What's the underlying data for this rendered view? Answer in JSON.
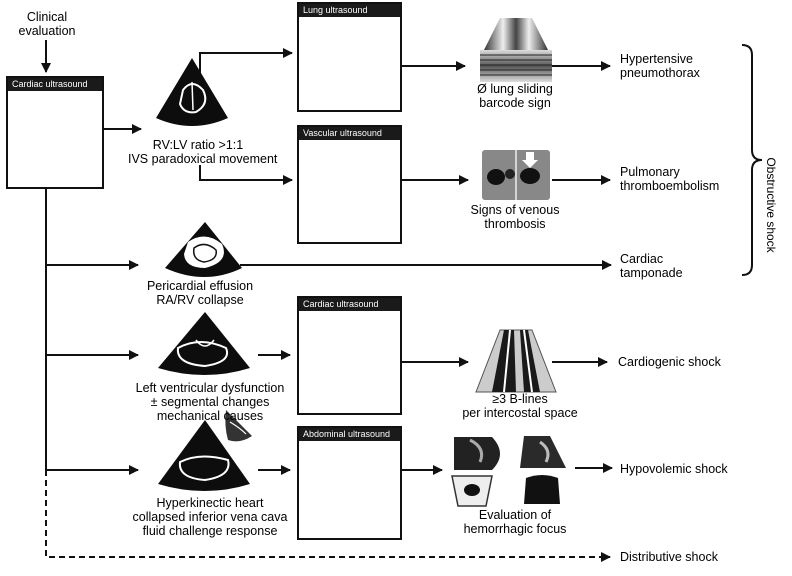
{
  "start": {
    "line1": "Clinical",
    "line2": "evaluation"
  },
  "panels": {
    "cardiac_main": "Cardiac ultrasound",
    "lung": "Lung ultrasound",
    "vascular": "Vascular ultrasound",
    "cardiac_second": "Cardiac ultrasound",
    "abdominal": "Abdominal ultrasound"
  },
  "findings": {
    "rv_lv": {
      "line1": "RV:LV ratio >1:1",
      "line2": "IVS paradoxical movement"
    },
    "lung_sliding": {
      "line1": "Ø lung sliding",
      "line2": "barcode sign"
    },
    "venous": {
      "line1": "Signs of venous",
      "line2": "thrombosis"
    },
    "pericardial": {
      "line1": "Pericardial effusion",
      "line2": "RA/RV collapse"
    },
    "lv_dysfunction": {
      "line1": "Left ventricular dysfunction",
      "line2": "± segmental changes",
      "line3": "mechanical causes"
    },
    "b_lines": {
      "line1": "≥3 B-lines",
      "line2": "per intercostal space"
    },
    "hyperkinetic": {
      "line1": "Hyperkinectic heart",
      "line2": "collapsed inferior vena cava",
      "line3": "fluid challenge response"
    },
    "hemorrhagic": {
      "line1": "Evaluation of",
      "line2": "hemorrhagic focus"
    }
  },
  "outcomes": {
    "hypertensive_ptx": {
      "line1": "Hypertensive",
      "line2": "pneumothorax"
    },
    "pulmonary_te": {
      "line1": "Pulmonary",
      "line2": "thromboembolism"
    },
    "tamponade": {
      "line1": "Cardiac",
      "line2": "tamponade"
    },
    "cardiogenic": "Cardiogenic shock",
    "hypovolemic": "Hypovolemic shock",
    "distributive": "Distributive shock"
  },
  "group_label": "Obstructive shock",
  "colors": {
    "probe_mark": "#c0202a",
    "line": "#111111"
  }
}
